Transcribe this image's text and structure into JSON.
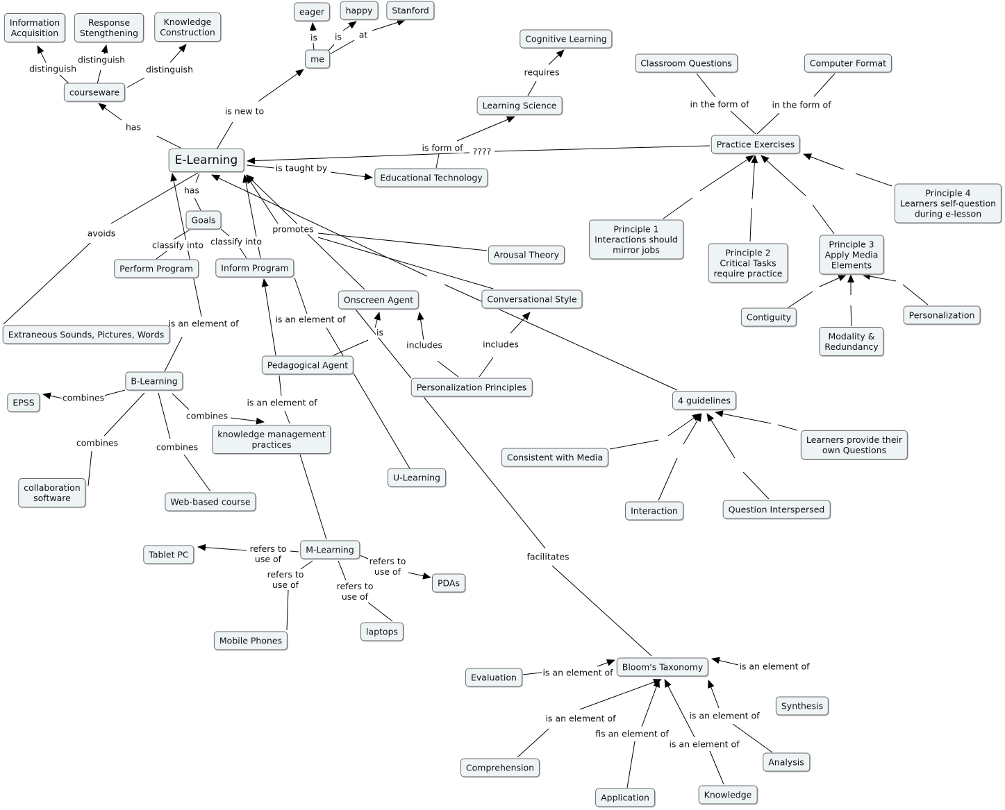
{
  "colors": {
    "node_fill": "#eef3f5",
    "node_border": "#6a6a6a",
    "line": "#000000"
  },
  "nodes": [
    {
      "id": "information-acquisition",
      "label": "Information\nAcquisition"
    },
    {
      "id": "response-strengthening",
      "label": "Response\nStengthening"
    },
    {
      "id": "knowledge-construction",
      "label": "Knowledge\nConstruction"
    },
    {
      "id": "eager",
      "label": "eager"
    },
    {
      "id": "happy",
      "label": "happy"
    },
    {
      "id": "stanford",
      "label": "Stanford"
    },
    {
      "id": "me",
      "label": "me"
    },
    {
      "id": "cognitive-learning",
      "label": "Cognitive Learning"
    },
    {
      "id": "classroom-questions",
      "label": "Classroom Questions"
    },
    {
      "id": "computer-format",
      "label": "Computer Format"
    },
    {
      "id": "courseware",
      "label": "courseware"
    },
    {
      "id": "learning-science",
      "label": "Learning Science"
    },
    {
      "id": "practice-exercises",
      "label": "Practice Exercises"
    },
    {
      "id": "e-learning",
      "label": "E-Learning"
    },
    {
      "id": "educational-technology",
      "label": "Educational Technology"
    },
    {
      "id": "principle-4",
      "label": "Principle 4\nLearners self-question\nduring e-lesson"
    },
    {
      "id": "goals",
      "label": "Goals"
    },
    {
      "id": "principle-1",
      "label": "Principle 1\nInteractions should\nmirror jobs"
    },
    {
      "id": "principle-2",
      "label": "Principle 2\nCritical Tasks\nrequire practice"
    },
    {
      "id": "principle-3",
      "label": "Principle 3\nApply Media\nElements"
    },
    {
      "id": "arousal-theory",
      "label": "Arousal Theory"
    },
    {
      "id": "perform-program",
      "label": "Perform Program"
    },
    {
      "id": "inform-program",
      "label": "Inform Program"
    },
    {
      "id": "onscreen-agent",
      "label": "Onscreen Agent"
    },
    {
      "id": "conversational-style",
      "label": "Conversational Style"
    },
    {
      "id": "contiguity",
      "label": "Contiguity"
    },
    {
      "id": "personalization",
      "label": "Personalization"
    },
    {
      "id": "modality-redundancy",
      "label": "Modality &\nRedundancy"
    },
    {
      "id": "extraneous",
      "label": "Extraneous Sounds, Pictures, Words"
    },
    {
      "id": "pedagogical-agent",
      "label": "Pedagogical Agent"
    },
    {
      "id": "b-learning",
      "label": "B-Learning"
    },
    {
      "id": "personalization-principles",
      "label": "Personalization Principles"
    },
    {
      "id": "4-guidelines",
      "label": "4 guidelines"
    },
    {
      "id": "epss",
      "label": "EPSS"
    },
    {
      "id": "knowledge-management",
      "label": "knowledge management\npractices"
    },
    {
      "id": "learners-provide-questions",
      "label": "Learners provide their\nown Questions"
    },
    {
      "id": "consistent-with-media",
      "label": "Consistent with Media"
    },
    {
      "id": "u-learning",
      "label": "U-Learning"
    },
    {
      "id": "collaboration-software",
      "label": "collaboration\nsoftware"
    },
    {
      "id": "web-based-course",
      "label": "Web-based course"
    },
    {
      "id": "interaction",
      "label": "Interaction"
    },
    {
      "id": "question-interspersed",
      "label": "Question Interspersed"
    },
    {
      "id": "m-learning",
      "label": "M-Learning"
    },
    {
      "id": "tablet-pc",
      "label": "Tablet PC"
    },
    {
      "id": "pdas",
      "label": "PDAs"
    },
    {
      "id": "laptops",
      "label": "laptops"
    },
    {
      "id": "mobile-phones",
      "label": "Mobile Phones"
    },
    {
      "id": "evaluation",
      "label": "Evaluation"
    },
    {
      "id": "blooms-taxonomy",
      "label": "Bloom's Taxonomy"
    },
    {
      "id": "synthesis",
      "label": "Synthesis"
    },
    {
      "id": "comprehension",
      "label": "Comprehension"
    },
    {
      "id": "analysis",
      "label": "Analysis"
    },
    {
      "id": "knowledge",
      "label": "Knowledge"
    },
    {
      "id": "application",
      "label": "Application"
    }
  ],
  "linking_phrases": [
    "distinguish",
    "distinguish",
    "distinguish",
    "is",
    "is",
    "at",
    "has",
    "is new to",
    "requires",
    "in the form of",
    "in the form of",
    "is form of",
    "????",
    "is taught by",
    "has",
    "avoids",
    "classify into",
    "classify into",
    "promotes",
    "is an element of",
    "is an element of",
    "is",
    "includes",
    "includes",
    "combines",
    "combines",
    "combines",
    "combines",
    "is an element of",
    "refers to\nuse of",
    "refers to\nuse of",
    "refers to\nuse of",
    "refers to\nuse of",
    "facilitates",
    "is an element of",
    "is an element of",
    "is an element of",
    "is an element of",
    "fis an element of",
    "is an element of"
  ]
}
